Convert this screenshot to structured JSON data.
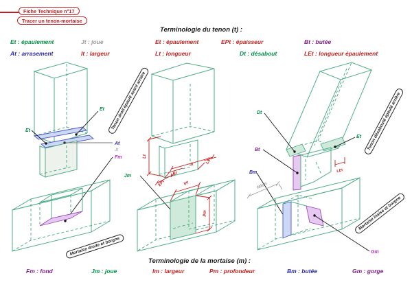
{
  "palette": {
    "wireframe": "#4fae87",
    "dimension_red": "#c5201f",
    "badge_red": "#c32025",
    "fill_blue": "#ccd8f4",
    "fill_purple": "#e6c9f0",
    "fill_green": "#cfe9da",
    "green": "#009245",
    "blue": "#2a2ab0",
    "red": "#c5201f",
    "gray": "#9a9a9a",
    "purple": "#7c1f86",
    "magenta": "#bb30c4"
  },
  "header": {
    "badge1": "Fiche Technique n°17",
    "badge2": "Tracer un tenon-mortaise"
  },
  "tenon_legend": {
    "title": "Terminologie du tenon (t) :",
    "items": [
      {
        "label": "Et : épaulement",
        "color": "#009245"
      },
      {
        "label": "At : arrasement",
        "color": "#2a2ab0"
      },
      {
        "label": "Jt : joue",
        "color": "#9a9a9a"
      },
      {
        "label": "lt : largeur",
        "color": "#c5201f"
      },
      {
        "label": "Et : épaulement",
        "color": "#c5201f"
      },
      {
        "label": "Lt : longueur",
        "color": "#c5201f"
      },
      {
        "label": "EPt : épaisseur",
        "color": "#c5201f"
      },
      {
        "label": "Dt : désabout",
        "color": "#009245"
      },
      {
        "label": "Bt : butée",
        "color": "#7c1f86"
      },
      {
        "label": "LEt : longueur épaulement",
        "color": "#c5201f"
      }
    ]
  },
  "mortaise_legend": {
    "title": "Terminologie de la mortaise (m) :",
    "items": [
      {
        "label": "Fm : fond",
        "color": "#7c1f86"
      },
      {
        "label": "Jm : joue",
        "color": "#009245"
      },
      {
        "label": "lm : largeur",
        "color": "#c5201f"
      },
      {
        "label": "Pm : profondeur",
        "color": "#c5201f"
      },
      {
        "label": "Bm : butée",
        "color": "#2a2ab0"
      },
      {
        "label": "Gm : gorge",
        "color": "#7c1f86"
      }
    ]
  },
  "diagram_badges": {
    "tenon_droit": "Tenon droit épaulé avant arrière",
    "mortaise_droite": "Mortaise droite et borgne",
    "tenon_desaboute": "Tenon désabouté épaulé arrière",
    "mortaise_biaise": "Mortaise biaise et borgne"
  },
  "annotations": {
    "et_left": {
      "label": "Et",
      "color": "#009245"
    },
    "et_right": {
      "label": "Et",
      "color": "#009245"
    },
    "at": {
      "label": "At",
      "color": "#2a2ab0"
    },
    "jt": {
      "label": "Jt",
      "color": "#b5b5b5"
    },
    "fm": {
      "label": "Fm",
      "color": "#bb30c4"
    },
    "lt": {
      "label": "Lt",
      "color": "#c5201f"
    },
    "let_left": {
      "label": "LEt",
      "color": "#c5201f"
    },
    "lt_width": {
      "label": "lt",
      "color": "#c5201f"
    },
    "let_right": {
      "label": "LEt",
      "color": "#c5201f"
    },
    "ept": {
      "label": "EPt",
      "color": "#c5201f"
    },
    "jm": {
      "label": "Jm",
      "color": "#009245"
    },
    "lm": {
      "label": "lm",
      "color": "#c5201f"
    },
    "pm": {
      "label": "Pm",
      "color": "#c5201f"
    },
    "dt": {
      "label": "Dt",
      "color": "#009245"
    },
    "bt": {
      "label": "Bt",
      "color": "#7c1f86"
    },
    "bm": {
      "label": "Bm",
      "color": "#2a2ab0"
    },
    "et_angled": {
      "label": "Et",
      "color": "#009245"
    },
    "let_angled": {
      "label": "LEt",
      "color": "#c5201f"
    },
    "talon": {
      "label": "talon",
      "color": "#9a9a9a"
    },
    "gm": {
      "label": "Gm",
      "color": "#bb30c4"
    }
  }
}
